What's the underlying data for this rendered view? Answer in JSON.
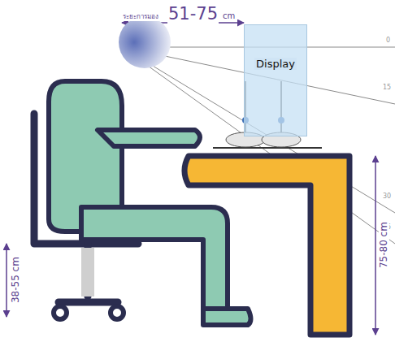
{
  "diagram": {
    "nodes": [
      {
        "text": [
          "Display"
        ]
      }
    ],
    "labels": [
      "ระยะการมอง",
      "51-75",
      "cm",
      "0",
      "15",
      "30",
      "35",
      "75-80 cm",
      "38-55 cm"
    ]
  }
}
